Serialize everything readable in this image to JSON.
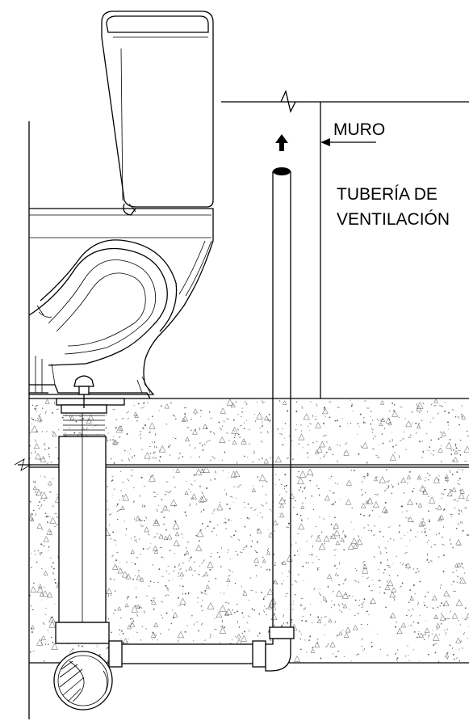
{
  "labels": {
    "wall": "MURO",
    "vent_line1": "TUBERÍA DE",
    "vent_line2": "VENTILACIÓN"
  },
  "colors": {
    "line": "#000000",
    "background": "#ffffff",
    "concrete_speckle": "#555555"
  },
  "icons": {
    "flow_arrow": "arrow-up-icon",
    "wall_pointer": "arrow-left-icon"
  }
}
